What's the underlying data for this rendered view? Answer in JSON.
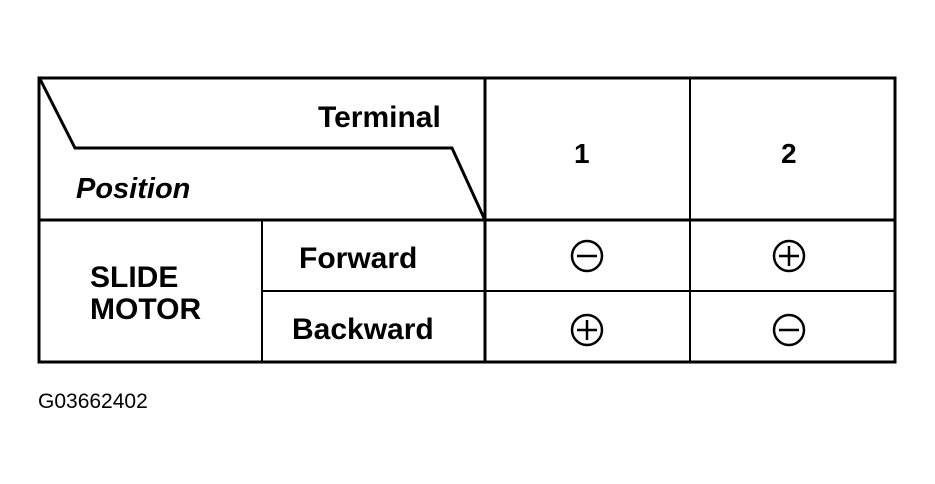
{
  "table": {
    "header": {
      "corner_top_label": "Terminal",
      "corner_bottom_label": "Position",
      "columns": [
        "1",
        "2"
      ]
    },
    "group_label": "SLIDE\nMOTOR",
    "group_label_lines": [
      "SLIDE",
      "MOTOR"
    ],
    "rows": [
      {
        "label": "Forward",
        "cells": [
          "minus",
          "plus"
        ]
      },
      {
        "label": "Backward",
        "cells": [
          "plus",
          "minus"
        ]
      }
    ]
  },
  "figure_id": "G03662402",
  "colors": {
    "line": "#000000",
    "background": "#ffffff"
  }
}
